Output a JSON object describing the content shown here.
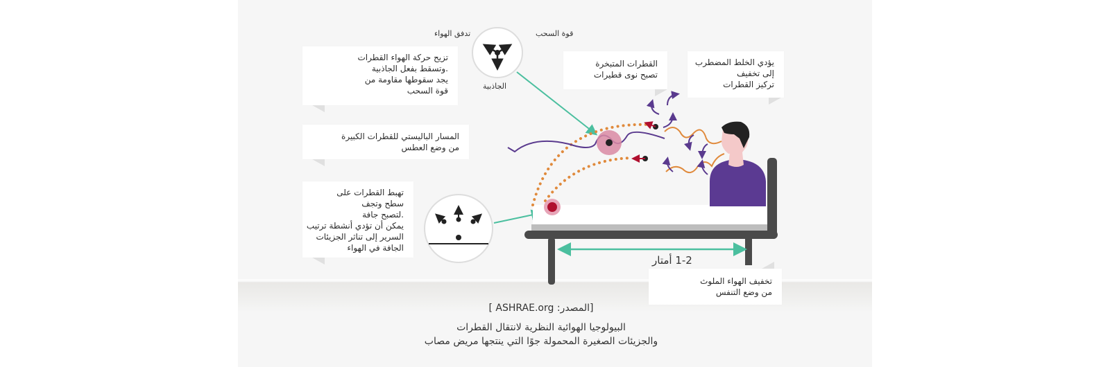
{
  "force_diagram": {
    "air_flow_label": "تدفق الهواء",
    "drag_force_label": "قوة السحب",
    "gravity_label": "الجاذبية"
  },
  "callouts": {
    "air_movement": {
      "lines": [
        "تزيح حركة الهواء القطرات",
        ".وتسقط بفعل الجاذبية",
        "يجد سقوطها مقاومة من",
        "قوة السحب"
      ]
    },
    "evaporated_droplets": {
      "lines": [
        "القطرات المتبخرة",
        "تصبح نوى قطيرات"
      ]
    },
    "turbulent_mixing": {
      "lines": [
        "يؤدي الخلط المضطرب",
        "إلى تخفيف",
        "تركيز القطرات"
      ]
    },
    "ballistic_path": {
      "lines": [
        "المسار الباليستي للقطرات الكبيرة",
        "من وضع العطس"
      ]
    },
    "surface_settling": {
      "lines": [
        "تهبط القطرات على",
        "سطح وتجف",
        ".لتصبح جافة",
        "يمكن أن تؤدي أنشطة ترتيب",
        "السرير إلى تناثر الجزيئات",
        "الجافة في الهواء"
      ]
    },
    "dilution": {
      "lines": [
        "تخفيف الهواء الملوث",
        "من وضع التنفس"
      ]
    }
  },
  "distance_label": "1-2 أمتار",
  "caption": {
    "source": "[المصدر: ASHRAE.org ]",
    "title_line1": "البيولوجيا الهوائية النظرية لانتقال القطرات",
    "title_line2": "والجزيئات الصغيرة المحمولة جوًا التي ينتجها مريض مصاب"
  },
  "colors": {
    "panel_bg": "#f6f6f6",
    "teal_arrow": "#4bbf9f",
    "orange_droplet_path": "#e08a3c",
    "purple_airflow": "#5a3a8e",
    "patient_shirt": "#5b3a92",
    "patient_hair": "#222222",
    "skin": "#f4c9c9",
    "bed_frame": "#4a4a4a",
    "droplet_red": "#b0102f",
    "droplet_halo": "#d98aa3"
  }
}
